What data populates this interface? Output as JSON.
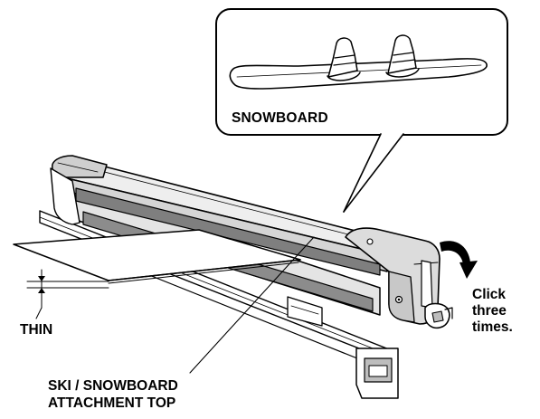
{
  "callout": {
    "label": "SNOWBOARD"
  },
  "labels": {
    "thin": "THIN",
    "attachment_top_line1": "SKI / SNOWBOARD",
    "attachment_top_line2": "ATTACHMENT TOP",
    "instruction_line1": "Click",
    "instruction_line2": "three",
    "instruction_line3": "times."
  },
  "icons": {
    "rotation": "curved-arrow-icon",
    "lock": "key-lock-icon"
  },
  "colors": {
    "line": "#000000",
    "body_fill": "#d9d9d9",
    "body_light": "#eeeeee",
    "pad_fill": "#8c8c8c",
    "background": "#ffffff"
  }
}
